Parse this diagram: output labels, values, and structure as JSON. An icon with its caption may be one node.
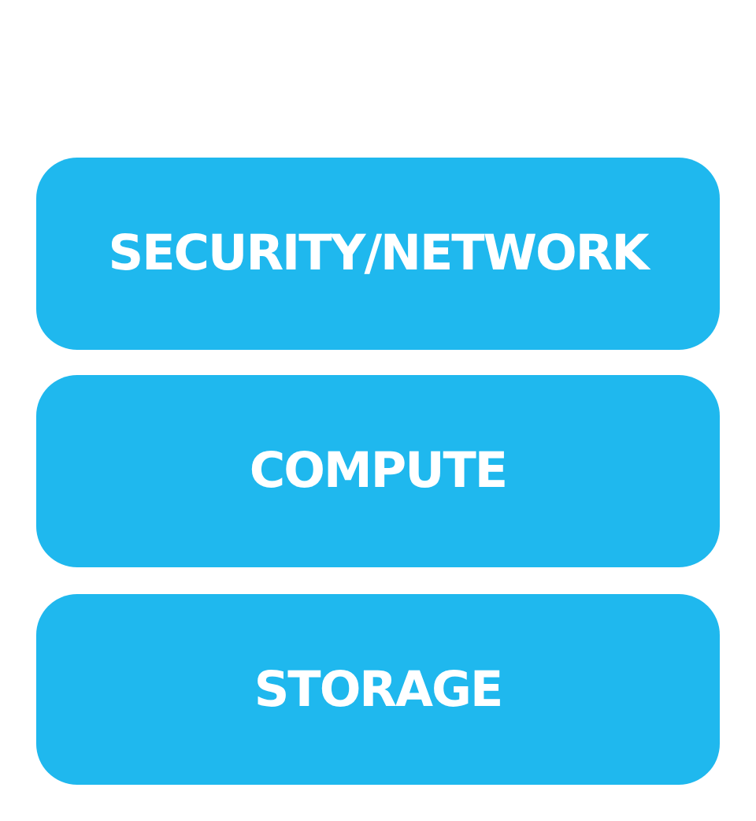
{
  "diagram": {
    "nodes": [
      {
        "text": [
          "SECURITY/NETWORK"
        ]
      },
      {
        "text": [
          "COMPUTE"
        ]
      },
      {
        "text": [
          "STORAGE"
        ]
      }
    ]
  }
}
